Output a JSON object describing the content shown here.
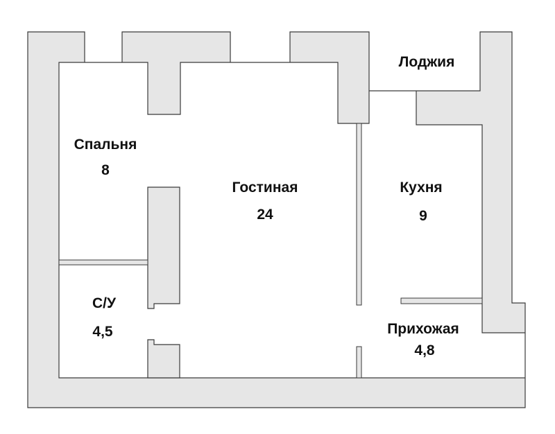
{
  "plan": {
    "rooms": [
      {
        "id": "bedroom",
        "name": "Спальня",
        "area": "8"
      },
      {
        "id": "living",
        "name": "Гостиная",
        "area": "24"
      },
      {
        "id": "kitchen",
        "name": "Кухня",
        "area": "9"
      },
      {
        "id": "loggia",
        "name": "Лоджия",
        "area": ""
      },
      {
        "id": "bathroom",
        "name": "С/У",
        "area": "4,5"
      },
      {
        "id": "hallway",
        "name": "Прихожая",
        "area": "4,8"
      }
    ]
  },
  "colors": {
    "wall_fill": "#e6e6e6",
    "wall_stroke": "#3a3a3a",
    "text": "#111111",
    "background": "#ffffff"
  }
}
